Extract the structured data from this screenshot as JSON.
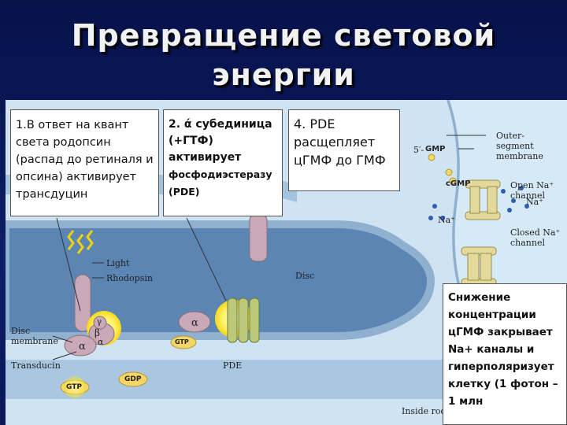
{
  "title": "Превращение световой энергии",
  "callouts": {
    "step1": "1.В ответ на квант света родопсин (распад до ретиналя и опсина) активирует трансдуцин",
    "step2_line1": "2. ά субединица (+ГТФ) активирует",
    "step2_line2": "фосфодиэстеразу (PDE)",
    "step4": "4. PDE расщепляет цГМФ до ГМФ",
    "result": "Снижение концентрации цГМФ закрывает Na+ каналы и гиперполяризует клетку (1 фотон – 1 млн"
  },
  "figure_labels": {
    "outer_segment_membrane": "Outer-segment membrane",
    "five_prime_gmp": "5′-",
    "gmp": "GMP",
    "cgmp": "cGMP",
    "open_na_channel": "Open Na⁺ channel",
    "na_plus_1": "Na⁺",
    "na_plus_2": "Na⁺",
    "closed_na_channel": "Closed Na⁺ channel",
    "light": "Light",
    "rhodopsin": "Rhodopsin",
    "disc": "Disc",
    "disc_membrane": "Disc membrane",
    "transducin": "Transducin",
    "pde": "PDE",
    "inside_rod": "Inside rod",
    "gtp_1": "GTP",
    "gtp_2": "GTP",
    "gdp": "GDP",
    "alpha_1": "α",
    "alpha_2": "α",
    "alpha_3": "α",
    "beta": "β",
    "gamma": "γ"
  },
  "colors": {
    "title_text": "#f2f2f2",
    "slide_background": "#0b1a5c",
    "figure_background": "#d6e9f6",
    "disc_fill": "#5b86b4",
    "protein_fill": "#c9a9b6",
    "pde_fill": "#bcc97a",
    "channel_fill": "#e3d99a",
    "nucleotide_fill": "#f4d56a"
  }
}
